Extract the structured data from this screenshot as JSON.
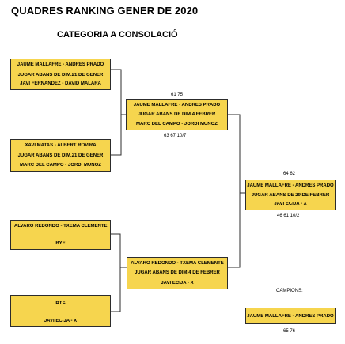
{
  "header": {
    "title": "QUADRES RANKING GENER DE 2020",
    "subtitle": "CATEGORIA A CONSOLACIÓ"
  },
  "round1": {
    "match1": {
      "line1": "JAUME MALLAFRE - ANDRÉS PRADO",
      "line2": "JUGAR ABANS DE DIM.21 DE GENER",
      "line3": "JAVI FERNANDEZ - DAVID MALARA"
    },
    "match2": {
      "line1": "XAVI MATAS - ALBERT ROVIRA",
      "line2": "JUGAR ABANS DE DIM.21 DE GENER",
      "line3": "MARC DEL CAMPO - JORDI MUÑOZ"
    },
    "match3": {
      "line1": "ALVARO REDONDO - TXEMA CLEMENTE",
      "line2": "BYE"
    },
    "match4": {
      "line1": "BYE",
      "line2": "JAVI ECIJA - X"
    }
  },
  "semis": {
    "top": {
      "score_above": "61 75",
      "line1": "JAUME MALLAFRE - ANDRÉS PRADO",
      "line2": "JUGAR ABANS DE DIM.4 FEBRER",
      "line3": "MARC DEL CAMPO - JORDI MUÑOZ",
      "score_below": "63 67 10/7"
    },
    "bottom": {
      "line1": "ALVARO REDONDO - TXEMA CLEMENTE",
      "line2": "JUGAR ABANS DE DIM.4 DE FEBRER",
      "line3": "JAVI ECIJA - X"
    }
  },
  "final": {
    "score_above": "64 62",
    "line1": "JAUME MALLAFRE - ANDRÉS PRADO",
    "line2": "JUGAR ABANS DE 29 DE FEBRER",
    "line3": "JAVI ECIJA - X",
    "score_below": "46 61 10/2"
  },
  "champion": {
    "label": "CAMPIONS:",
    "name": "JAUME MALLAFRE - ANDRÉS PRADO",
    "score": "65 76"
  },
  "colors": {
    "box_fill": "#f6d54e",
    "border": "#2c2c2c",
    "text": "#000000"
  }
}
